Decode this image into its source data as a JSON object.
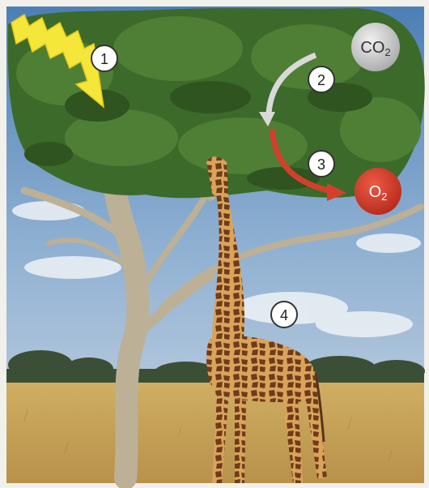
{
  "markers": [
    {
      "number": "1"
    },
    {
      "number": "2"
    },
    {
      "number": "3"
    },
    {
      "number": "4"
    }
  ],
  "co2": {
    "base": "CO",
    "sub": "2"
  },
  "o2": {
    "base": "O",
    "sub": "2"
  },
  "colors": {
    "sky": "#7fa3c9",
    "canopy": "#3f6b2c",
    "grass": "#c9a75a",
    "bark": "#b9ad94",
    "sunlight": "#f5e63a",
    "co2_ball": "#c8c8c8",
    "o2_ball": "#d33a2a",
    "arrow_gray": "#d9d9d9",
    "arrow_red": "#d2402c",
    "giraffe_base": "#d79a4e",
    "giraffe_spots": "#6b3a1a"
  },
  "icons": [
    "sunlight-bolt-icon",
    "co2-molecule-icon",
    "o2-molecule-icon"
  ]
}
